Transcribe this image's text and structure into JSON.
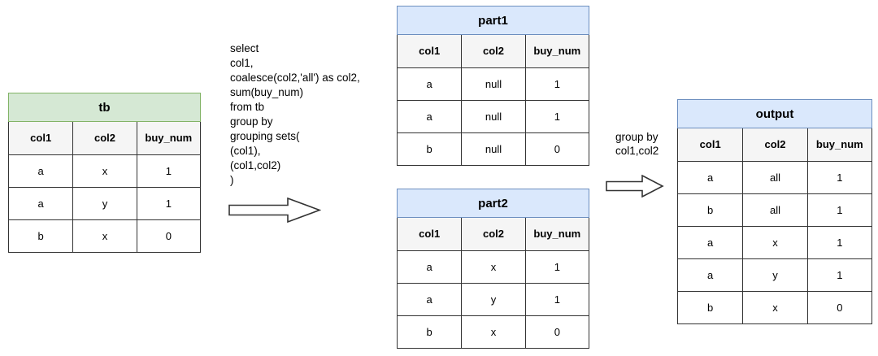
{
  "diagram": {
    "sql_text": "select\ncol1,\ncoalesce(col2,'all') as col2,\nsum(buy_num)\nfrom tb\ngroup by\ngrouping sets(\n(col1),\n(col1,col2)\n)",
    "arrow2_label": "group by\ncol1,col2"
  },
  "colors": {
    "green_header_fill": "#d5e8d4",
    "green_header_stroke": "#82b366",
    "blue_header_fill": "#dae8fc",
    "blue_header_stroke": "#6c8ebf",
    "column_header_fill": "#f5f5f5",
    "cell_border": "#333333",
    "background": "#ffffff"
  },
  "tables": {
    "tb": {
      "title": "tb",
      "header_fill": "#d5e8d4",
      "header_stroke": "#82b366",
      "columns": [
        "col1",
        "col2",
        "buy_num"
      ],
      "rows": [
        [
          "a",
          "x",
          "1"
        ],
        [
          "a",
          "y",
          "1"
        ],
        [
          "b",
          "x",
          "0"
        ]
      ]
    },
    "part1": {
      "title": "part1",
      "header_fill": "#dae8fc",
      "header_stroke": "#6c8ebf",
      "columns": [
        "col1",
        "col2",
        "buy_num"
      ],
      "rows": [
        [
          "a",
          "null",
          "1"
        ],
        [
          "a",
          "null",
          "1"
        ],
        [
          "b",
          "null",
          "0"
        ]
      ]
    },
    "part2": {
      "title": "part2",
      "header_fill": "#dae8fc",
      "header_stroke": "#6c8ebf",
      "columns": [
        "col1",
        "col2",
        "buy_num"
      ],
      "rows": [
        [
          "a",
          "x",
          "1"
        ],
        [
          "a",
          "y",
          "1"
        ],
        [
          "b",
          "x",
          "0"
        ]
      ]
    },
    "output": {
      "title": "output",
      "header_fill": "#dae8fc",
      "header_stroke": "#6c8ebf",
      "columns": [
        "col1",
        "col2",
        "buy_num"
      ],
      "rows": [
        [
          "a",
          "all",
          "1"
        ],
        [
          "b",
          "all",
          "1"
        ],
        [
          "a",
          "x",
          "1"
        ],
        [
          "a",
          "y",
          "1"
        ],
        [
          "b",
          "x",
          "0"
        ]
      ]
    }
  }
}
